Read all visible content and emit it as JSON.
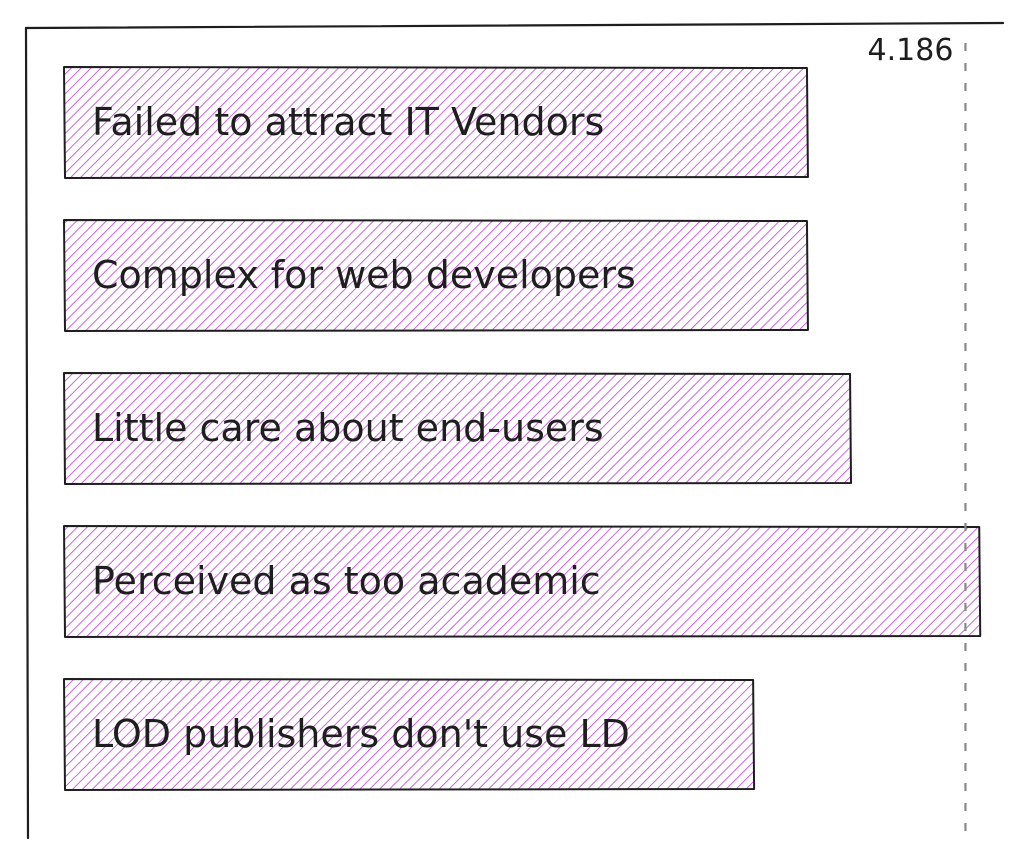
{
  "chart_data": {
    "type": "bar",
    "orientation": "horizontal",
    "categories": [
      "Failed to attract IT Vendors",
      "Complex for web developers",
      "Little care about end-users",
      "Perceived as too academic",
      "LOD publishers don't use LD"
    ],
    "values": [
      3.45,
      3.45,
      3.65,
      4.25,
      3.2
    ],
    "reference_line": {
      "value": 4.186,
      "label": "4.186"
    },
    "xlim": [
      0,
      4.3
    ],
    "colors": {
      "bar_fill": "#c040d8",
      "bar_stroke": "#1e1e1e",
      "axis": "#1e1e1e",
      "reference_line": "#888888"
    },
    "grid": false
  }
}
